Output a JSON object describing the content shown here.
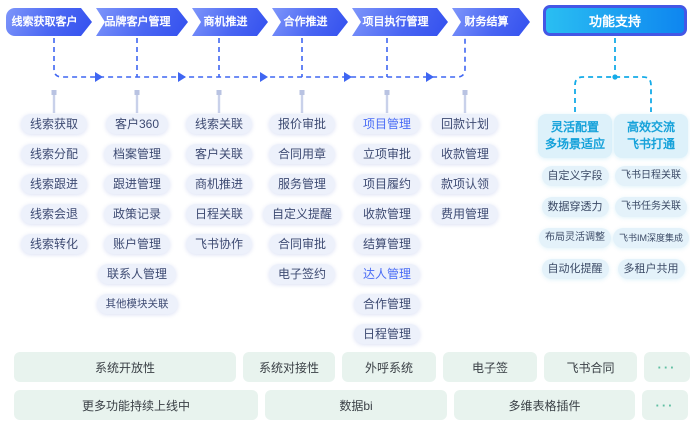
{
  "flow": {
    "steps": [
      {
        "label": "线索获取客户"
      },
      {
        "label": "品牌客户管理"
      },
      {
        "label": "商机推进"
      },
      {
        "label": "合作推进"
      },
      {
        "label": "项目执行管理"
      },
      {
        "label": "财务结算"
      }
    ]
  },
  "support_header": {
    "label": "功能支持"
  },
  "columns": [
    {
      "items": [
        {
          "label": "线索获取"
        },
        {
          "label": "线索分配"
        },
        {
          "label": "线索跟进"
        },
        {
          "label": "线索会退"
        },
        {
          "label": "线索转化"
        }
      ]
    },
    {
      "items": [
        {
          "label": "客户360"
        },
        {
          "label": "档案管理"
        },
        {
          "label": "跟进管理"
        },
        {
          "label": "政策记录"
        },
        {
          "label": "账户管理"
        },
        {
          "label": "联系人管理"
        },
        {
          "label": "其他模块关联"
        }
      ]
    },
    {
      "items": [
        {
          "label": "线索关联"
        },
        {
          "label": "客户关联"
        },
        {
          "label": "商机推进"
        },
        {
          "label": "日程关联"
        },
        {
          "label": "飞书协作"
        }
      ]
    },
    {
      "items": [
        {
          "label": "报价审批"
        },
        {
          "label": "合同用章"
        },
        {
          "label": "服务管理"
        },
        {
          "label": "自定义提醒"
        },
        {
          "label": "合同审批"
        },
        {
          "label": "电子签约"
        }
      ]
    },
    {
      "items": [
        {
          "label": "项目管理",
          "highlight": true
        },
        {
          "label": "立项审批"
        },
        {
          "label": "项目履约"
        },
        {
          "label": "收款管理"
        },
        {
          "label": "结算管理"
        },
        {
          "label": "达人管理",
          "highlight": true
        },
        {
          "label": "合作管理"
        },
        {
          "label": "日程管理"
        }
      ]
    },
    {
      "items": [
        {
          "label": "回款计划"
        },
        {
          "label": "收款管理"
        },
        {
          "label": "款项认领"
        },
        {
          "label": "费用管理"
        }
      ]
    }
  ],
  "support_groups": [
    {
      "title_line1": "灵活配置",
      "title_line2": "多场景适应",
      "items": [
        {
          "label": "自定义字段"
        },
        {
          "label": "数据穿透力"
        },
        {
          "label": "布局灵活调整"
        },
        {
          "label": "自动化提醒"
        }
      ]
    },
    {
      "title_line1": "高效交流",
      "title_line2": "飞书打通",
      "items": [
        {
          "label": "飞书日程关联"
        },
        {
          "label": "飞书任务关联"
        },
        {
          "label": "飞书IM深度集成"
        },
        {
          "label": "多租户共用"
        }
      ]
    }
  ],
  "bottom_rows": [
    {
      "cells": [
        {
          "label": "系统开放性"
        },
        {
          "label": "系统对接性"
        },
        {
          "label": "外呼系统"
        },
        {
          "label": "电子签"
        },
        {
          "label": "飞书合同"
        },
        {
          "label": "···"
        }
      ]
    },
    {
      "cells": [
        {
          "label": "更多功能持续上线中"
        },
        {
          "label": "数据bi"
        },
        {
          "label": "多维表格插件"
        },
        {
          "label": "···"
        }
      ]
    }
  ],
  "colors": {
    "flow_gradient_start": "#7e96fa",
    "flow_gradient_end": "#3350ee",
    "support_border": "#4457e5",
    "support_gradient_start": "#2abef2",
    "support_gradient_end": "#0e86f0",
    "pill_bg": "#edf1fb",
    "pill_text": "#3d4a72",
    "highlight_text": "#4a6cf5",
    "cyan_header_bg": "#ddf1fa",
    "cyan_header_text": "#16a2da",
    "cyan_item_bg": "#e4f2fa",
    "connector_blue": "#3f66f2",
    "connector_cyan": "#14abe8",
    "connector_gray": "#c9d1ea",
    "bottom_bg": "#e8f3ee",
    "bottom_text": "#3a4046",
    "dots_color": "#5fbfa2"
  }
}
